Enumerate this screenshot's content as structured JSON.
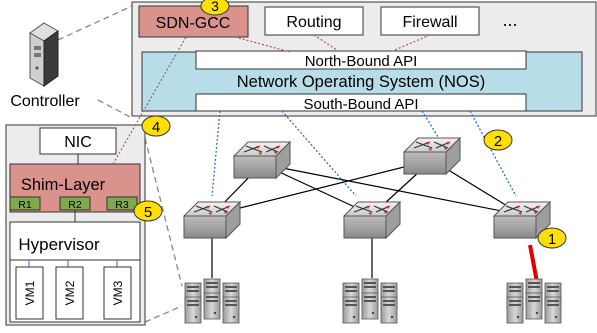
{
  "controller_label": "Controller",
  "apps": {
    "sdn_gcc": "SDN-GCC",
    "routing": "Routing",
    "firewall": "Firewall",
    "more": "..."
  },
  "apis": {
    "north": "North-Bound API",
    "nos": "Network Operating System (NOS)",
    "south": "South-Bound API"
  },
  "host": {
    "nic": "NIC",
    "shim": "Shim-Layer",
    "rate_limiters": [
      "R1",
      "R2",
      "R3"
    ],
    "hypervisor": "Hypervisor",
    "vms": [
      "VM1",
      "VM2",
      "VM3"
    ]
  },
  "markers": [
    "1",
    "2",
    "3",
    "4",
    "5"
  ],
  "colors": {
    "sdn_gcc_fill": "#d9938c",
    "nos_fill": "#b7dde8",
    "shim_fill": "#d9938c",
    "rate_limiter_fill": "#7fa94a",
    "marker_fill": "#ffe000",
    "congested_link": "#e00000",
    "control_link": "#2f6fba",
    "mgmt_link": "#c0504d"
  }
}
